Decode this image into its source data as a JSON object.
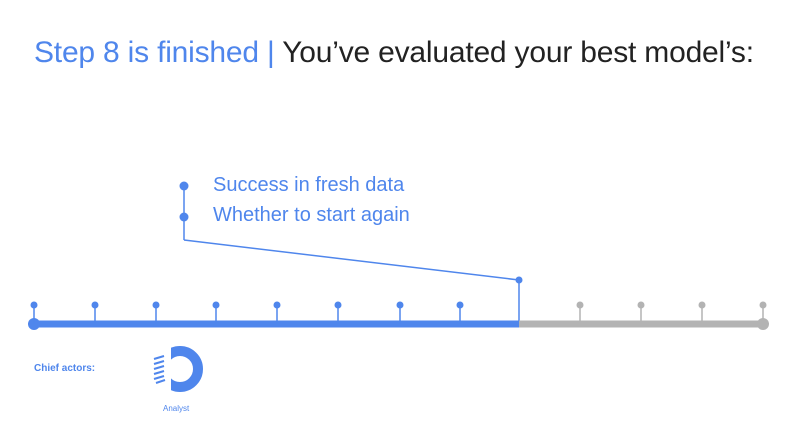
{
  "header": {
    "step_label": "Step 8 is finished",
    "separator": "|",
    "summary": "You’ve evaluated your best model’s:"
  },
  "callout": {
    "items": [
      "Success in fresh data",
      "Whether to start again"
    ]
  },
  "timeline": {
    "total_steps": 12,
    "completed_steps": 8,
    "current_step": 8
  },
  "actors": {
    "label": "Chief actors:",
    "list": [
      {
        "name": "Analyst",
        "icon": "donut-chart-icon"
      }
    ]
  },
  "colors": {
    "accent": "#4f86ec",
    "pending": "#b3b3b3",
    "text": "#222222"
  }
}
